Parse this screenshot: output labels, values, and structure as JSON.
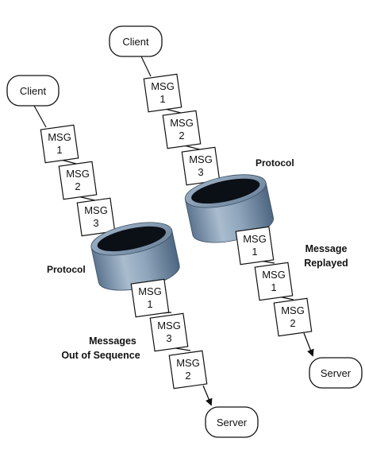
{
  "left_flow": {
    "client": "Client",
    "msgs": [
      {
        "title": "MSG",
        "num": "1"
      },
      {
        "title": "MSG",
        "num": "2"
      },
      {
        "title": "MSG",
        "num": "3"
      }
    ],
    "protocol": "Protocol",
    "out_msgs": [
      {
        "title": "MSG",
        "num": "1"
      },
      {
        "title": "MSG",
        "num": "3"
      },
      {
        "title": "MSG",
        "num": "2"
      }
    ],
    "caption_line1": "Messages",
    "caption_line2": "Out of Sequence",
    "server": "Server"
  },
  "right_flow": {
    "client": "Client",
    "msgs": [
      {
        "title": "MSG",
        "num": "1"
      },
      {
        "title": "MSG",
        "num": "2"
      },
      {
        "title": "MSG",
        "num": "3"
      }
    ],
    "protocol": "Protocol",
    "out_msgs": [
      {
        "title": "MSG",
        "num": "1"
      },
      {
        "title": "MSG",
        "num": "1"
      },
      {
        "title": "MSG",
        "num": "2"
      }
    ],
    "caption_line1": "Message",
    "caption_line2": "Replayed",
    "server": "Server"
  },
  "colors": {
    "cylinder_light": "#b7c9da",
    "cylinder_mid": "#7f97af",
    "cylinder_dark": "#4f6780",
    "cylinder_hole": "#0b0f16"
  }
}
